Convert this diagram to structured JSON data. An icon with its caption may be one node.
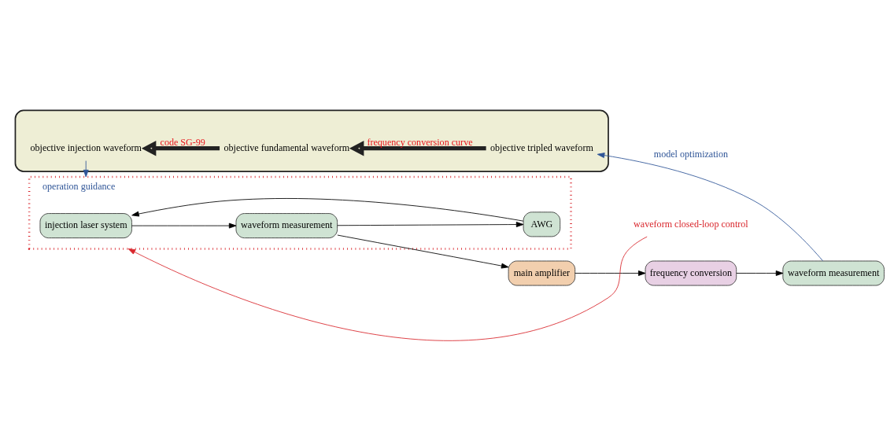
{
  "diagram": {
    "nodes": [
      {
        "text": [],
        "shape": "box"
      },
      {
        "text": [
          "objective injection waveform"
        ],
        "in": 0
      },
      {
        "text": [
          "objective fundamental waveform"
        ],
        "in": 0
      },
      {
        "text": [
          "objective tripled waveform"
        ],
        "in": 0
      },
      {
        "text": [],
        "shape": "box"
      },
      {
        "text": [
          "injection laser system"
        ],
        "in": 4
      },
      {
        "text": [
          "waveform measurement"
        ],
        "in": 4
      },
      {
        "text": [
          "AWG"
        ],
        "in": 4
      },
      {
        "text": [
          "main amplifier"
        ]
      },
      {
        "text": [
          "frequency conversion"
        ]
      },
      {
        "text": [
          "waveform measurement"
        ]
      },
      {
        "text": [
          "waveform closed-loop control"
        ]
      }
    ],
    "edges": [
      {
        "from": 2,
        "to": 1,
        "arrow": "to",
        "label": "code SG-99",
        "style": "thick"
      },
      {
        "from": 3,
        "to": 2,
        "arrow": "to",
        "label": "frequency conversion curve",
        "style": "thick"
      },
      {
        "from": 1,
        "to": 4,
        "arrow": "to",
        "label": "operation guidance",
        "color": "#2f5597"
      },
      {
        "from": 10,
        "to": 3,
        "arrow": "to",
        "label": "model optimization",
        "color": "#2f5597"
      },
      {
        "from": 5,
        "to": 6,
        "arrow": "to"
      },
      {
        "from": 6,
        "to": 8,
        "arrow": "to"
      },
      {
        "from": 8,
        "to": 9,
        "arrow": "to"
      },
      {
        "from": 9,
        "to": 10,
        "arrow": "to"
      },
      {
        "from": 6,
        "to": 7,
        "arrow": "to"
      },
      {
        "from": 7,
        "to": 5,
        "arrow": "to"
      },
      {
        "from": 11,
        "to": 4,
        "arrow": "to",
        "color": "#d9262c"
      }
    ]
  }
}
